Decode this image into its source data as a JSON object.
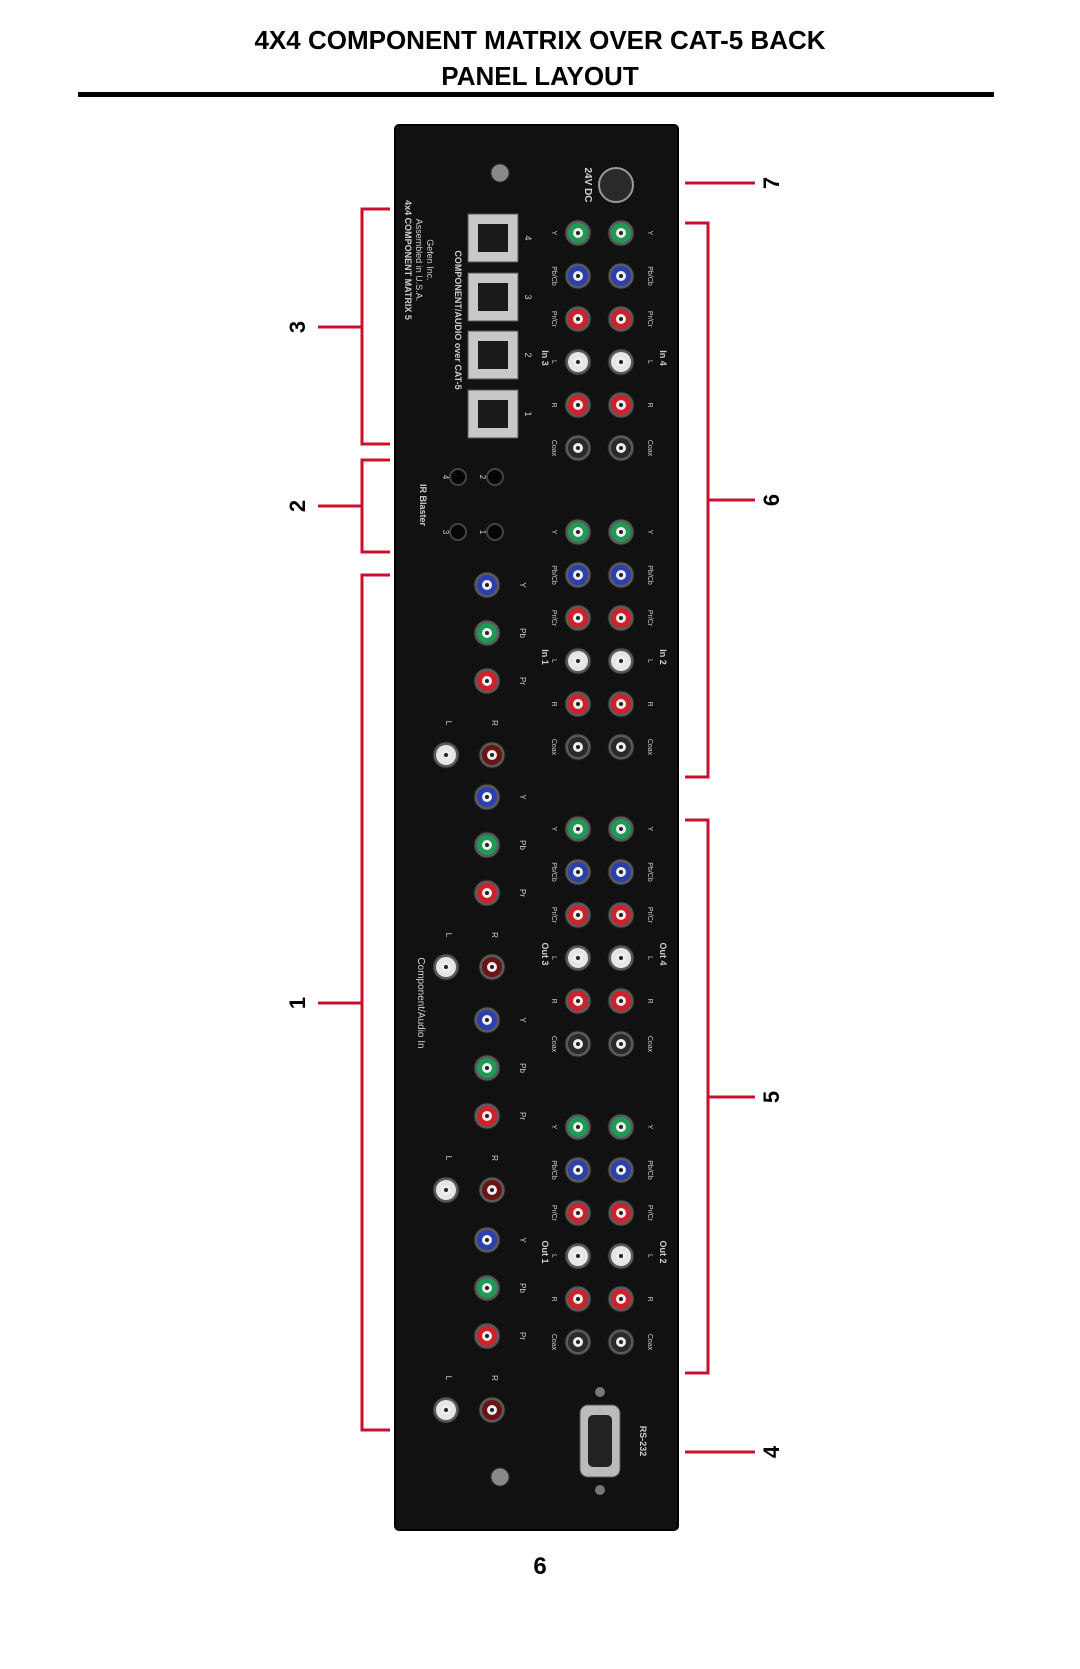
{
  "page": {
    "title_line1": "4X4 COMPONENT MATRIX OVER CAT-5 BACK",
    "title_line2": "PANEL LAYOUT",
    "page_number": "6"
  },
  "callouts": [
    "1",
    "2",
    "3",
    "4",
    "5",
    "6",
    "7"
  ],
  "panel_labels": {
    "model": "4x4 COMPONENT MATRIX 5",
    "assembled": "Assembled in U.S.A.",
    "maker": "Gefen Inc.",
    "cat5_header": "COMPONENT/AUDIO over CAT-5",
    "cat5_ports": [
      "4",
      "3",
      "2",
      "1"
    ],
    "power": "24V DC",
    "ir_blaster": "IR Blaster",
    "ir_ports": [
      "4",
      "3",
      "2",
      "1"
    ],
    "component_audio_in": "Component/Audio In",
    "rs232": "RS-232",
    "jack_labels": [
      "Y",
      "Pb/Cb",
      "Pr/Cr",
      "L",
      "R",
      "Coax"
    ],
    "local_jack_labels": [
      "Y",
      "Pb",
      "Pr",
      "L",
      "R"
    ],
    "groups": [
      "In 3",
      "In 4",
      "In 1",
      "In 2",
      "Out 3",
      "Out 4",
      "Out 1",
      "Out 2"
    ]
  },
  "colors": {
    "callout_line": "#c8102e",
    "panel": "#111111",
    "jack_green": "#1f9a55",
    "jack_blue": "#2b3fae",
    "jack_red": "#d0202a",
    "jack_white": "#e6e6e6",
    "jack_dark_red": "#6a1414"
  }
}
